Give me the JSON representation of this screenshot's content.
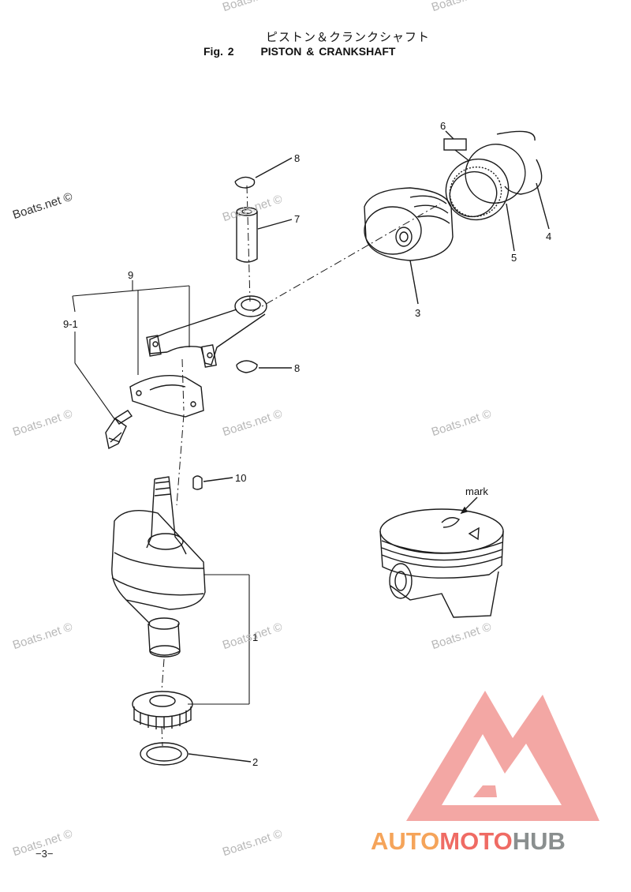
{
  "header": {
    "title_jp": "ピストン＆クランクシャフト",
    "fig_label": "Fig. 2",
    "title_en": "PISTON & CRANKSHAFT"
  },
  "callouts": [
    "1",
    "2",
    "3",
    "4",
    "5",
    "6",
    "7",
    "8",
    "8",
    "9",
    "9-1",
    "10"
  ],
  "inset_label": "mark",
  "watermark": "Boats.net ©",
  "footer": {
    "page": "−3−"
  },
  "brand": {
    "part1": "AUTO",
    "part2": "MOTO",
    "part3": "HUB"
  },
  "colors": {
    "line": "#1a1a1a",
    "watermark": "#b8b8b8",
    "logo_red": "#f08a86",
    "logo_orange": "#f5a45a",
    "logo_gray": "#8a8f8f"
  }
}
